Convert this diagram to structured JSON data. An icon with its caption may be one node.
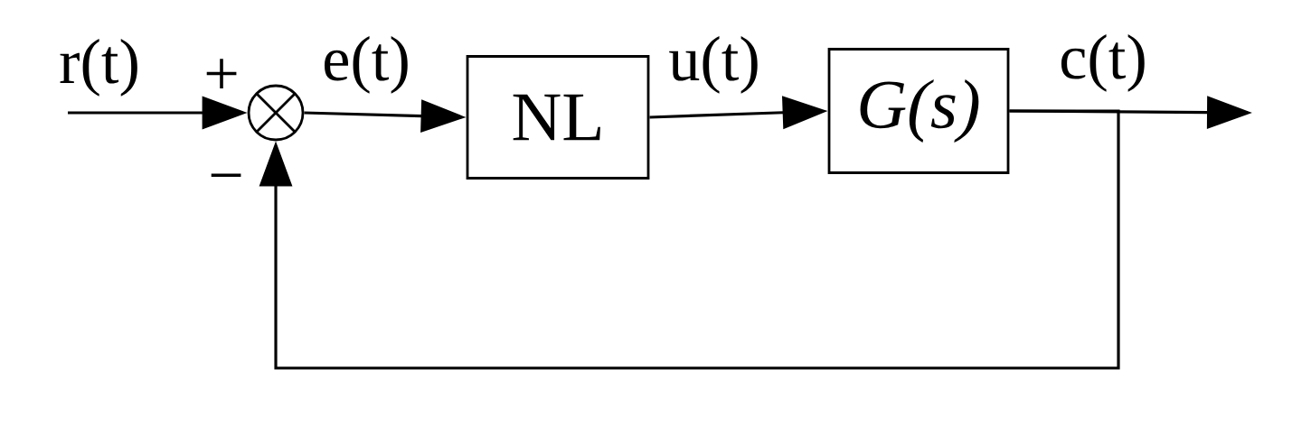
{
  "diagram": {
    "nodes": [
      {
        "text": [],
        "shape": "circle"
      },
      {
        "text": [
          "NL"
        ]
      },
      {
        "text": [
          "G(s)"
        ]
      }
    ],
    "edges": [
      {
        "from": null,
        "to": 0,
        "arrow": "to",
        "label": "r(t)"
      },
      {
        "from": 0,
        "to": 1,
        "arrow": "to",
        "label": "e(t)"
      },
      {
        "from": 1,
        "to": 2,
        "arrow": "to",
        "label": "u(t)"
      },
      {
        "from": 2,
        "to": null,
        "arrow": "to",
        "label": "c(t)"
      },
      {
        "from": 2,
        "to": 0,
        "arrow": "to"
      }
    ],
    "labels": [
      "+",
      "−"
    ]
  }
}
